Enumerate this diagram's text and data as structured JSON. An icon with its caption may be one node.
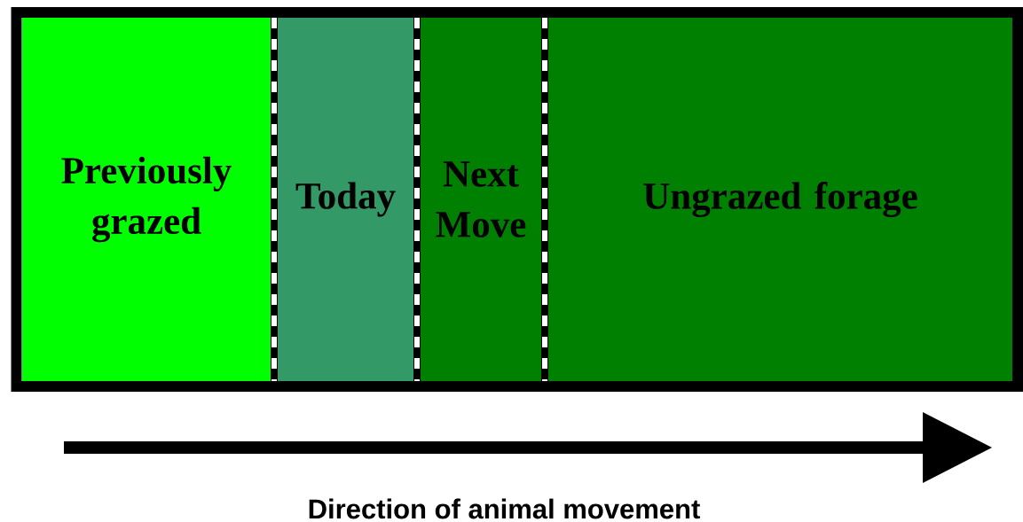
{
  "diagram": {
    "nodes": [
      {
        "text": [
          "Previously grazed"
        ]
      },
      {
        "text": [
          "Today"
        ]
      },
      {
        "text": [
          "Next Move"
        ]
      },
      {
        "text": [
          "Ungrazed forage"
        ]
      }
    ],
    "labels": [
      "Direction of animal movement"
    ]
  }
}
